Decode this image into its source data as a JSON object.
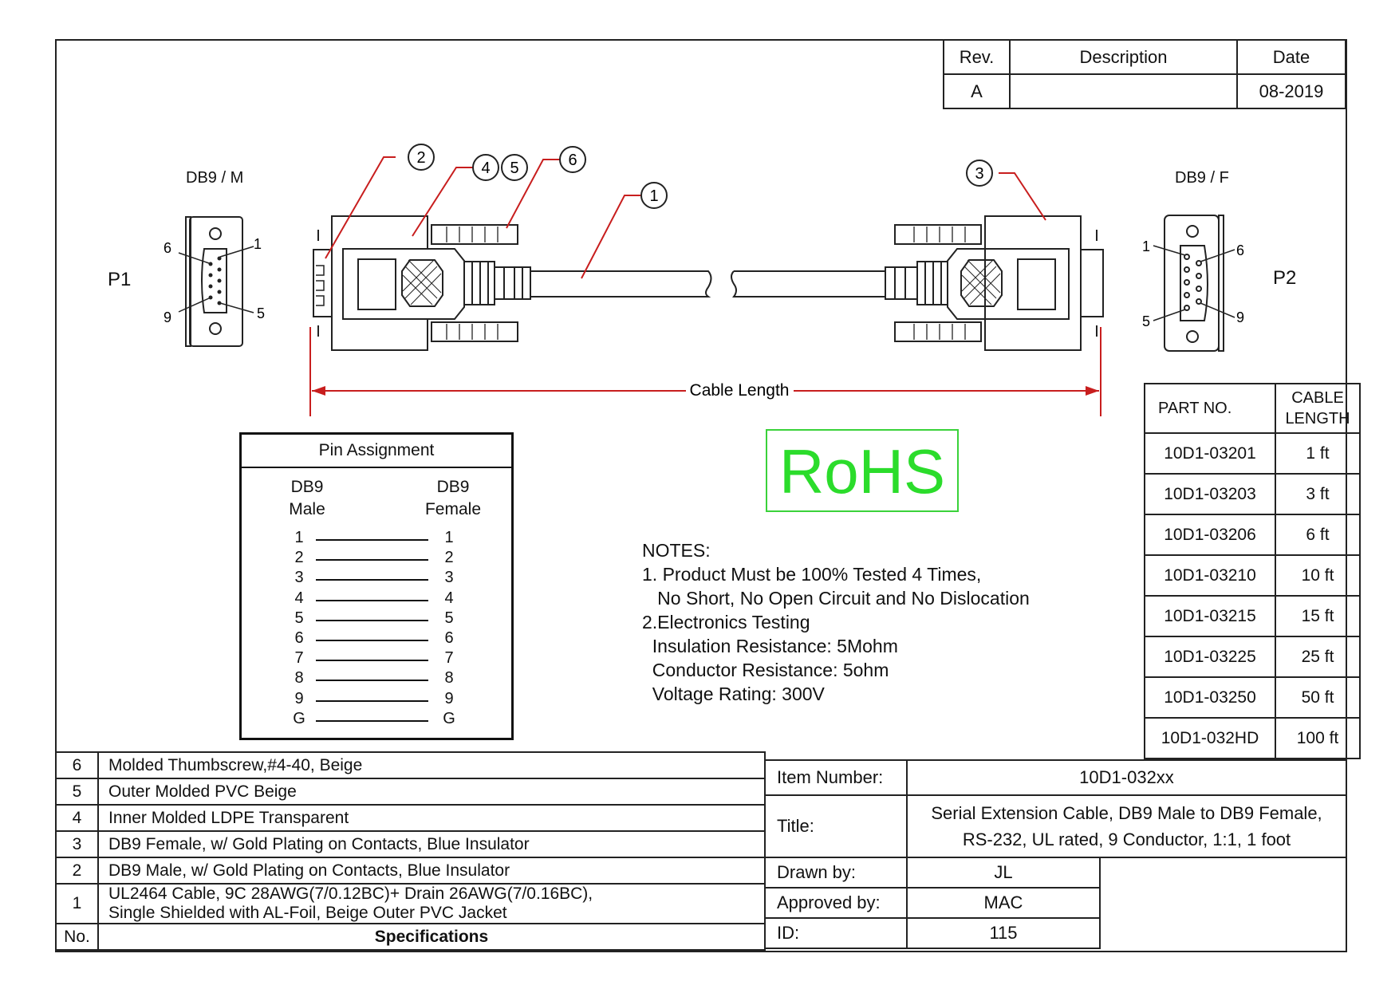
{
  "revision_block": {
    "headers": [
      "Rev.",
      "Description",
      "Date"
    ],
    "row": [
      "A",
      "",
      "08-2019"
    ]
  },
  "connectors": {
    "p1_label": "P1",
    "p2_label": "P2",
    "p1_type": "DB9 / M",
    "p2_type": "DB9 / F",
    "p1_pins": [
      "6",
      "1",
      "9",
      "5"
    ],
    "p2_pins": [
      "1",
      "6",
      "5",
      "9"
    ]
  },
  "callouts": [
    "1",
    "2",
    "3",
    "4",
    "5",
    "6"
  ],
  "cable_length_label": "Cable Length",
  "pin_assignment": {
    "title": "Pin Assignment",
    "left_header": [
      "DB9",
      "Male"
    ],
    "right_header": [
      "DB9",
      "Female"
    ],
    "pins": [
      "1",
      "2",
      "3",
      "4",
      "5",
      "6",
      "7",
      "8",
      "9",
      "G"
    ]
  },
  "rohs": "RoHS",
  "notes": {
    "title": "NOTES:",
    "lines": [
      "1. Product Must be 100% Tested 4 Times,",
      "   No Short, No Open Circuit and No Dislocation",
      "2.Electronics Testing",
      "  Insulation Resistance: 5Mohm",
      "  Conductor Resistance: 5ohm",
      "  Voltage Rating: 300V"
    ]
  },
  "parts": {
    "header_part": "PART NO.",
    "header_length": [
      "CABLE",
      "LENGTH"
    ],
    "rows": [
      [
        "10D1-03201",
        "1 ft"
      ],
      [
        "10D1-03203",
        "3 ft"
      ],
      [
        "10D1-03206",
        "6 ft"
      ],
      [
        "10D1-03210",
        "10 ft"
      ],
      [
        "10D1-03215",
        "15 ft"
      ],
      [
        "10D1-03225",
        "25 ft"
      ],
      [
        "10D1-03250",
        "50 ft"
      ],
      [
        "10D1-032HD",
        "100 ft"
      ]
    ]
  },
  "specs": {
    "rows": [
      [
        "6",
        "Molded Thumbscrew,#4-40, Beige"
      ],
      [
        "5",
        "Outer Molded PVC Beige"
      ],
      [
        "4",
        "Inner Molded LDPE Transparent"
      ],
      [
        "3",
        "DB9 Female, w/ Gold Plating on Contacts, Blue Insulator"
      ],
      [
        "2",
        "DB9 Male, w/ Gold Plating on Contacts, Blue Insulator"
      ],
      [
        "1",
        "UL2464 Cable, 9C 28AWG(7/0.12BC)+ Drain 26AWG(7/0.16BC),",
        "Single Shielded with AL-Foil, Beige Outer PVC Jacket"
      ]
    ],
    "footer_no": "No.",
    "footer_label": "Specifications"
  },
  "info": {
    "item_number_label": "Item Number:",
    "item_number": "10D1-032xx",
    "title_label": "Title:",
    "title_line1": "Serial Extension Cable, DB9 Male to DB9 Female,",
    "title_line2": "RS-232, UL rated, 9 Conductor, 1:1, 1 foot",
    "drawn_by_label": "Drawn by:",
    "drawn_by": "JL",
    "approved_by_label": "Approved by:",
    "approved_by": "MAC",
    "id_label": "ID:",
    "id": "115"
  },
  "colors": {
    "leader": "#c81e1e",
    "rohs": "#2bdc2b",
    "line": "#222222"
  }
}
